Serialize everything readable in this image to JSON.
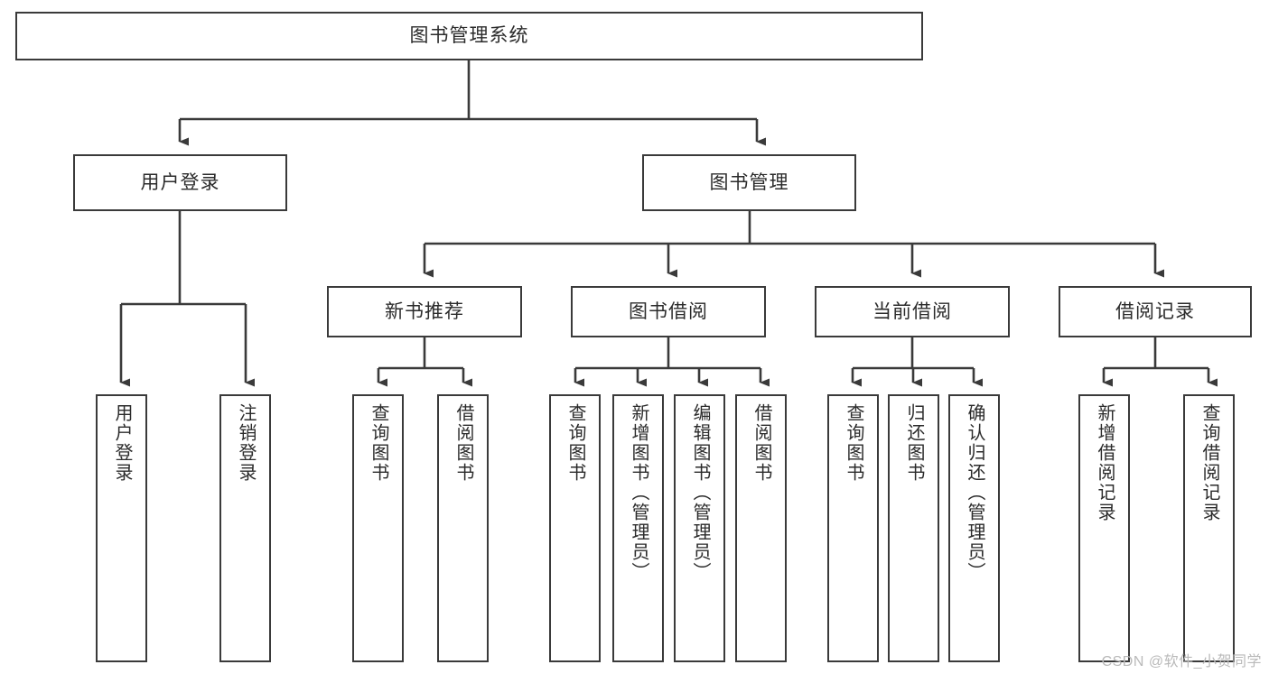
{
  "diagram": {
    "title": "图书管理系统",
    "type": "tree",
    "watermark": "CSDN @软件_小贺同学",
    "colors": {
      "stroke": "#3a3a3a",
      "fill": "#ffffff",
      "text": "#2b2b2b",
      "watermark": "#b9b9b9"
    },
    "nodes": {
      "root": {
        "label": "图书管理系统",
        "level": 1
      },
      "l2": [
        {
          "id": "user-login",
          "label": "用户登录",
          "level": 2
        },
        {
          "id": "book-manage",
          "label": "图书管理",
          "level": 2
        }
      ],
      "l3": [
        {
          "id": "new-book-rec",
          "label": "新书推荐",
          "level": 3
        },
        {
          "id": "book-borrow",
          "label": "图书借阅",
          "level": 3
        },
        {
          "id": "current-borrow",
          "label": "当前借阅",
          "level": 3
        },
        {
          "id": "borrow-record",
          "label": "借阅记录",
          "level": 3
        }
      ],
      "leaves": {
        "user-login": [
          {
            "id": "leaf-user-login",
            "label": "用户登录"
          },
          {
            "id": "leaf-user-logout",
            "label": "注销登录"
          }
        ],
        "new-book-rec": [
          {
            "id": "leaf-query-book-1",
            "label": "查询图书"
          },
          {
            "id": "leaf-borrow-book-1",
            "label": "借阅图书"
          }
        ],
        "book-borrow": [
          {
            "id": "leaf-query-book-2",
            "label": "查询图书"
          },
          {
            "id": "leaf-add-book",
            "label": "新增图书（管理员）"
          },
          {
            "id": "leaf-edit-book",
            "label": "编辑图书（管理员）"
          },
          {
            "id": "leaf-borrow-book-2",
            "label": "借阅图书"
          }
        ],
        "current-borrow": [
          {
            "id": "leaf-query-book-3",
            "label": "查询图书"
          },
          {
            "id": "leaf-return-book",
            "label": "归还图书"
          },
          {
            "id": "leaf-confirm-return",
            "label": "确认归还（管理员）"
          }
        ],
        "borrow-record": [
          {
            "id": "leaf-add-record",
            "label": "新增借阅记录"
          },
          {
            "id": "leaf-query-record",
            "label": "查询借阅记录"
          }
        ]
      }
    }
  }
}
